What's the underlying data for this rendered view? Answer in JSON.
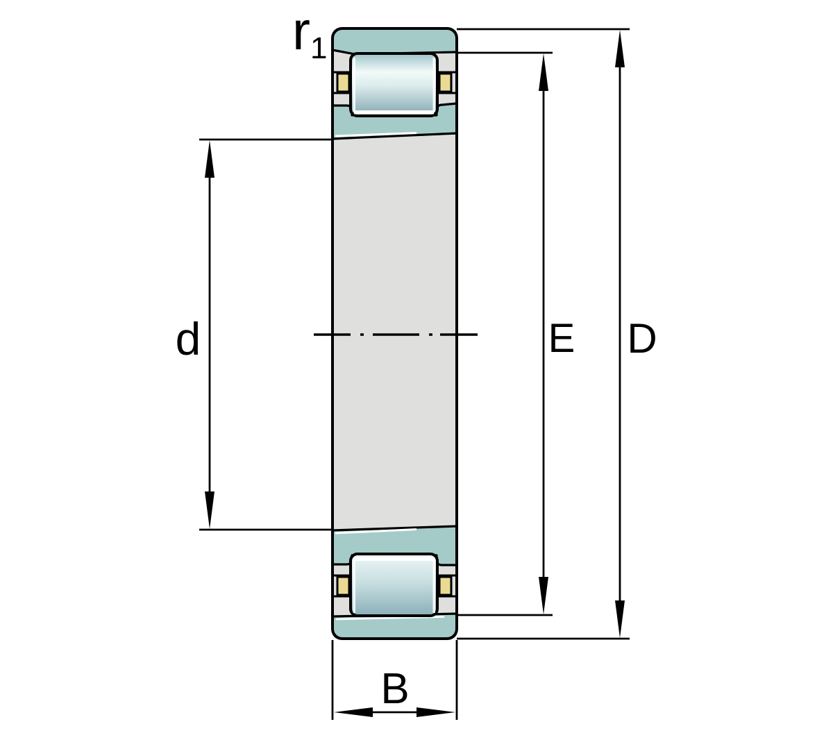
{
  "diagram": {
    "type": "technical-drawing",
    "subject": "cylindrical-roller-bearing-cross-section",
    "dimension_labels": {
      "bore_diameter": "d",
      "raceway_diameter": "E",
      "outside_diameter": "D",
      "width": "B",
      "fillet_radius": "r",
      "fillet_radius_subscript": "1"
    },
    "colors": {
      "section_teal": "#a5cbc9",
      "elevation_gray": "#dfdfde",
      "cage_brass": "#ebda93",
      "line_black": "#000000",
      "background": "#ffffff",
      "roller_dark": "#84a9b2",
      "roller_light": "#f2faf9"
    }
  }
}
